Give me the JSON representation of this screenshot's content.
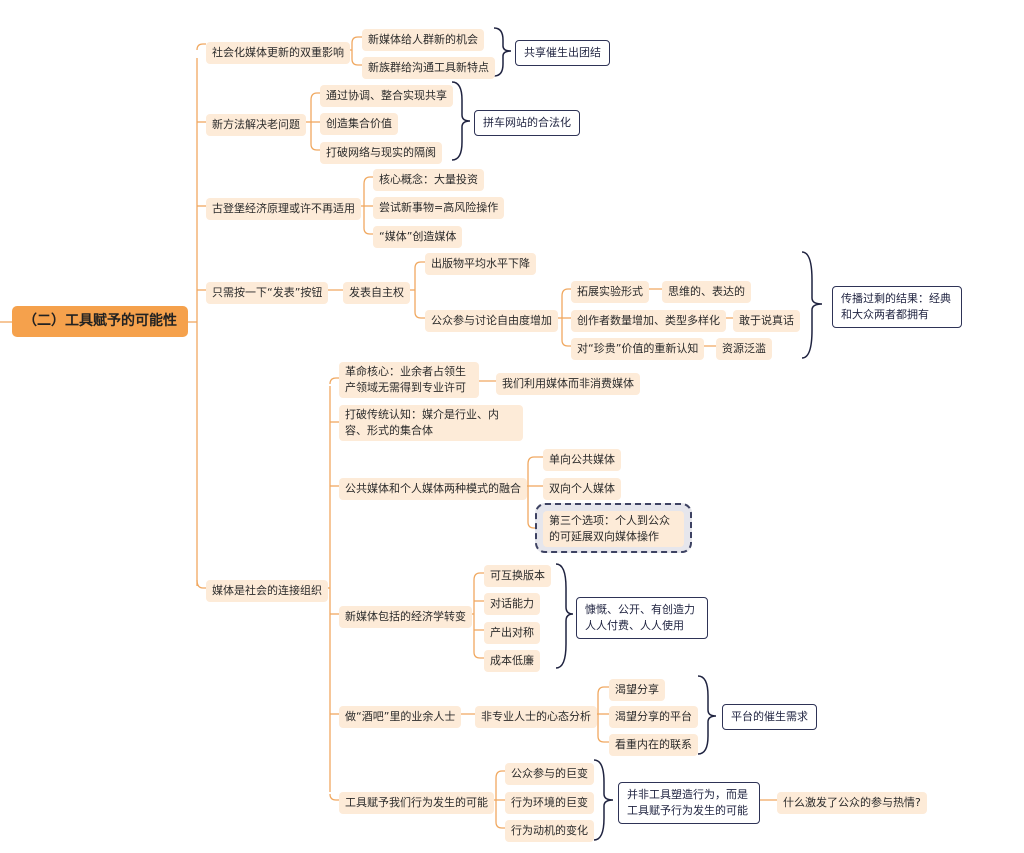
{
  "root": "（二）工具赋予的可能性",
  "branches": {
    "b1": {
      "label": "社会化媒体更新的双重影响",
      "children": [
        "新媒体给人群新的机会",
        "新族群给沟通工具新特点"
      ],
      "summary": "共享催生出团结"
    },
    "b2": {
      "label": "新方法解决老问题",
      "children": [
        "通过协调、整合实现共享",
        "创造集合价值",
        "打破网络与现实的隔阂"
      ],
      "summary": "拼车网站的合法化"
    },
    "b3": {
      "label": "古登堡经济原理或许不再适用",
      "children": [
        "核心概念：大量投资",
        "尝试新事物=高风险操作",
        "“媒体”创造媒体"
      ]
    },
    "b4": {
      "label": "只需按一下“发表”按钮",
      "child": "发表自主权",
      "sub1": "出版物平均水平下降",
      "sub2": "公众参与讨论自由度增加",
      "sub2_children": [
        "拓展实验形式",
        "创作者数量增加、类型多样化",
        "对“珍贵”价值的重新认知"
      ],
      "sub2_leaf": [
        "思维的、表达的",
        "敢于说真话",
        "资源泛滥"
      ],
      "summary": "传播过剩的结果：经典和大众两者都拥有"
    },
    "b5": {
      "label": "媒体是社会的连接组织",
      "c1": "革命核心：业余者占领生产领域无需得到专业许可",
      "c1_leaf": "我们利用媒体而非消费媒体",
      "c2": "打破传统认知：媒介是行业、内容、形式的集合体",
      "c3": "公共媒体和个人媒体两种模式的融合",
      "c3_children": [
        "单向公共媒体",
        "双向个人媒体",
        "第三个选项：个人到公众的可延展双向媒体操作"
      ],
      "c4": "新媒体包括的经济学转变",
      "c4_children": [
        "可互换版本",
        "对话能力",
        "产出对称",
        "成本低廉"
      ],
      "c4_summary": "慷慨、公开、有创造力人人付费、人人使用",
      "c5": "做“酒吧”里的业余人士",
      "c5_child": "非专业人士的心态分析",
      "c5_children": [
        "渴望分享",
        "渴望分享的平台",
        "看重内在的联系"
      ],
      "c5_summary": "平台的催生需求",
      "c6": "工具赋予我们行为发生的可能",
      "c6_children": [
        "公众参与的巨变",
        "行为环境的巨变",
        "行为动机的变化"
      ],
      "c6_summary": "并非工具塑造行为，而是工具赋予行为发生的可能",
      "c6_question": "什么激发了公众的参与热情?"
    }
  },
  "colors": {
    "line": "#f0a860",
    "node": "#fdebd8",
    "root": "#f5a14c",
    "bracket": "#1f2340"
  }
}
